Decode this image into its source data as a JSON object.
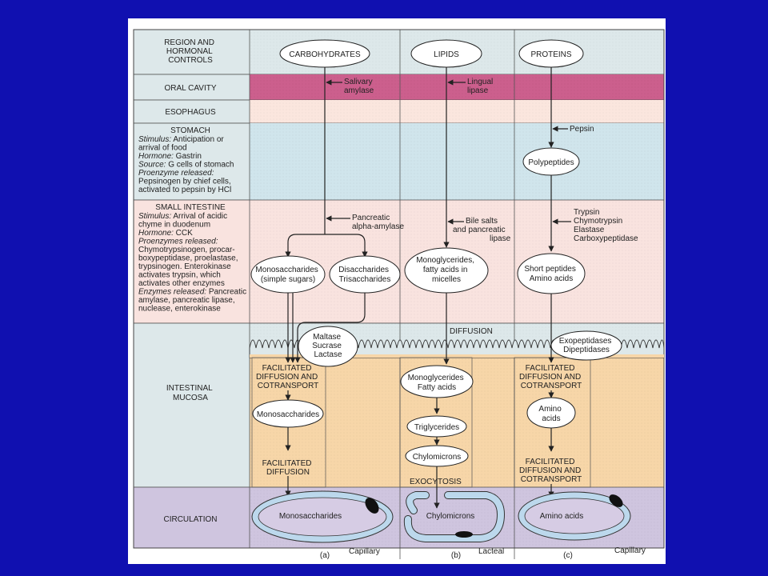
{
  "regions": {
    "header": [
      "REGION AND",
      "HORMONAL",
      "CONTROLS"
    ],
    "oral": "ORAL CAVITY",
    "esophagus": "ESOPHAGUS",
    "stomach_title": "STOMACH",
    "stomach_details": [
      [
        "Stimulus:",
        " Anticipation or"
      ],
      [
        "",
        "arrival of food"
      ],
      [
        "Hormone:",
        " Gastrin"
      ],
      [
        "Source:",
        " G cells of stomach"
      ],
      [
        "Proenzyme released:",
        ""
      ],
      [
        "",
        "Pepsinogen by chief cells,"
      ],
      [
        "",
        "activated to pepsin by HCl"
      ]
    ],
    "si_title": "SMALL INTESTINE",
    "si_details": [
      [
        "Stimulus:",
        " Arrival of acidic"
      ],
      [
        "",
        "chyme in duodenum"
      ],
      [
        "Hormone:",
        " CCK"
      ],
      [
        "Proenzymes released:",
        ""
      ],
      [
        "",
        "Chymotrypsinogen, procar-"
      ],
      [
        "",
        "boxypeptidase, proelastase,"
      ],
      [
        "",
        "trypsinogen. Enterokinase"
      ],
      [
        "",
        "activates trypsin, which"
      ],
      [
        "",
        "activates other enzymes"
      ],
      [
        "Enzymes released:",
        " Pancreatic"
      ],
      [
        "",
        "amylase, pancreatic lipase,"
      ],
      [
        "",
        "nuclease, enterokinase"
      ]
    ],
    "mucosa": [
      "INTESTINAL",
      "MUCOSA"
    ],
    "circulation": "CIRCULATION"
  },
  "columns": {
    "carb": {
      "title": "CARBOHYDRATES",
      "salivary": [
        "Salivary",
        "amylase"
      ],
      "pancreatic": [
        "Pancreatic",
        "alpha-amylase"
      ],
      "mono": [
        "Monosaccharides",
        "(simple sugars)"
      ],
      "di": [
        "Disaccharides",
        "Trisaccharides"
      ],
      "brush": [
        "Maltase",
        "Sucrase",
        "Lactase"
      ],
      "transport": [
        "FACILITATED",
        "DIFFUSION AND",
        "COTRANSPORT"
      ],
      "mono2": "Monosaccharides",
      "fd": [
        "FACILITATED",
        "DIFFUSION"
      ],
      "vessel": "Monosaccharides",
      "vessel_label": "Capillary",
      "panel": "(a)"
    },
    "lipid": {
      "title": "LIPIDS",
      "lingual": [
        "Lingual",
        "lipase"
      ],
      "bile": [
        "Bile salts",
        "and pancreatic",
        "lipase"
      ],
      "mono": [
        "Monoglycerides,",
        "fatty acids in",
        "micelles"
      ],
      "diffusion": "DIFFUSION",
      "mono2": [
        "Monoglycerides",
        "Fatty acids"
      ],
      "tri": "Triglycerides",
      "chylo": "Chylomicrons",
      "exo": "EXOCYTOSIS",
      "vessel": "Chylomicrons",
      "vessel_label": "Lacteal",
      "panel": "(b)"
    },
    "protein": {
      "title": "PROTEINS",
      "pepsin": "Pepsin",
      "poly": "Polypeptides",
      "enzymes": [
        "Trypsin",
        "Chymotrypsin",
        "Elastase",
        "Carboxypeptidase"
      ],
      "short": [
        "Short peptides",
        "Amino acids"
      ],
      "brush": [
        "Exopeptidases",
        "Dipeptidases"
      ],
      "transport": [
        "FACILITATED",
        "DIFFUSION AND",
        "COTRANSPORT"
      ],
      "amino": [
        "Amino",
        "acids"
      ],
      "fd": [
        "FACILITATED",
        "DIFFUSION AND",
        "COTRANSPORT"
      ],
      "vessel": "Amino acids",
      "vessel_label": "Capillary",
      "panel": "(c)"
    }
  },
  "colors": {
    "background": "#1010b0",
    "header_band": "#dde8ea",
    "oral_band": "#cc5f8d",
    "esophagus_band": "#fbe6de",
    "stomach_band": "#d0e5ec",
    "small_intestine_band": "#f9e3df",
    "mucosa_band": "#f7d6a8",
    "circulation_band": "#cfc5df"
  }
}
